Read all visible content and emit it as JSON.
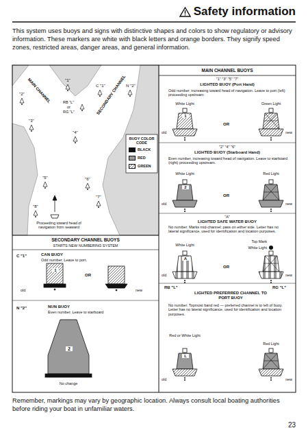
{
  "diagram": {
    "title": "Safety information",
    "nodes": [
      {
        "text": [
          "MAIN CHANNEL BUOYS"
        ]
      },
      {
        "text": [
          "SECONDARY CHANNEL BUOYS",
          "STARTS NEW NUMBERING SYSTEM"
        ]
      }
    ],
    "labels": [
      "MAIN CHANNEL",
      "SECONDARY CHANNEL",
      "\"2\"",
      "\"1\"",
      "C \"1\"",
      "N \"2\"",
      "RB \"L\"",
      "or",
      "RG \"L\"",
      "\"3\"",
      "\"4\"",
      "\"5\"",
      "\"6\"",
      "\"7\"",
      "\"8\"",
      "Proceeding toward head of navigation from seaward",
      "BUOY COLOR CODE",
      "C \"1\"",
      "CAN BUOY",
      "Odd number. Leave to port.",
      "1",
      "OR",
      "old",
      "new",
      "N \"2\"",
      "NUN BUOY",
      "Even number. Leave to starboard",
      "2",
      "No change",
      "\"1\" \"3\" \"5\" \"7\"",
      "LIGHTED BUOY (Port Hand)",
      "Odd number, increasing toward head of navigation. Leave to port (left) proceeding upstream",
      "White Light",
      "Green Light",
      "1",
      "OR",
      "old",
      "new",
      "\"2\" \"4\" \"6\"",
      "LIGHTED BUOY (Starboard Hand)",
      "Even number, increasing toward head of navigation. Leave to starboard (right) proceeding upstream.",
      "White Light",
      "Red Light",
      "2",
      "OR",
      "old",
      "new",
      "\"A\"",
      "LIGHTED SAFE WATER BUOY",
      "No number. Marks mid-channel; pass on either side. Letter has no lateral significance, used for identification and location purposes.",
      "Top Mark",
      "White Light",
      "White Light",
      "A",
      "OR",
      "old",
      "new",
      "RB \"L\"",
      "RG \"L\"",
      "LIGHTED PREFERRED CHANNEL TO PORT BUOY",
      "No number. Topmost band red — preferred channel is to left of buoy. Letter has no lateral significance, used for identification and location purposes.",
      "Red or White Light",
      "Red Light",
      "L",
      "old",
      "new",
      "This system uses buoys and signs with distinctive shapes and colors to show regulatory or advisory information. These markers are white with black letters and orange borders. They signify speed zones, restricted areas, danger areas, and general information.",
      "Remember, markings may vary by geographic location. Always consult local boating authorities before riding your boat in unfamiliar waters.",
      "23"
    ],
    "legend": [
      {
        "text": "BLACK",
        "color": "#111111"
      },
      {
        "text": "RED",
        "color": "#9a9a9a"
      },
      {
        "text": "GREEN"
      }
    ]
  }
}
